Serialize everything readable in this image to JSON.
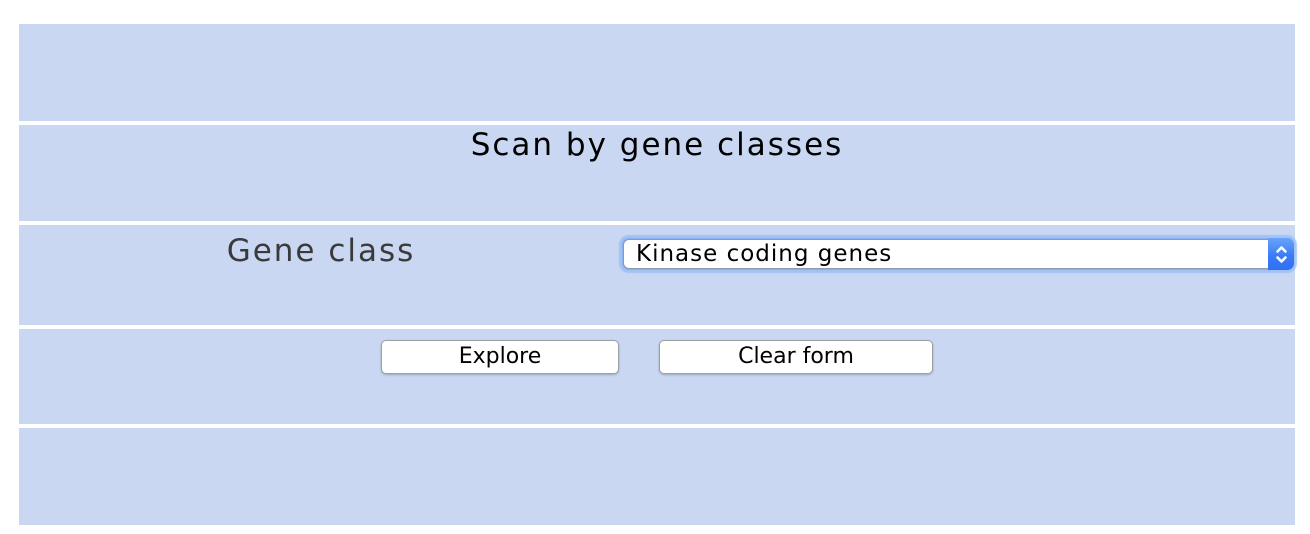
{
  "header": {
    "title": "Scan by gene classes"
  },
  "form": {
    "gene_class": {
      "label": "Gene class",
      "value": "Kinase coding genes"
    },
    "buttons": {
      "explore": "Explore",
      "clear": "Clear form"
    }
  },
  "icons": {
    "select_stepper": "up-down-chevrons"
  },
  "colors": {
    "panel_blue": "#c9d7f2",
    "select_cap_blue": "#3c7cf6",
    "focus_ring_blue": "#a9c8f4",
    "button_border": "#9f9f9f",
    "label_text": "#3a3a3a",
    "title_text": "#000000"
  }
}
